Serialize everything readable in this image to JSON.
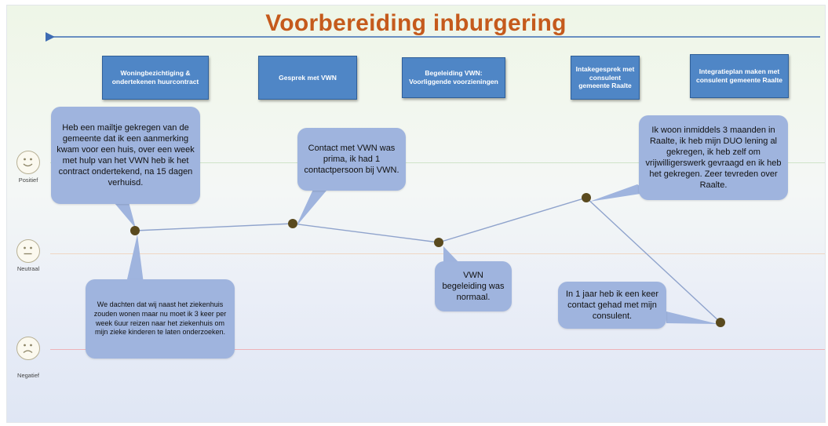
{
  "title": "Voorbereiding inburgering",
  "phases": [
    "Woningbezichtiging & ondertekenen huurcontract",
    "Gesprek met VWN",
    "Begeleiding VWN: Voorliggende voorzieningen",
    "Intakegesprek met consulent gemeente Raalte",
    "Integratieplan maken met consulent gemeente Raalte"
  ],
  "scale": {
    "positive": "Positief",
    "neutral": "Neutraal",
    "negative": "Negatief"
  },
  "bubbles": [
    "Heb een mailtje gekregen van de gemeente dat ik een aanmerking kwam voor een huis, over een week met hulp van het VWN heb ik het contract ondertekend, na 15 dagen verhuisd.",
    "We dachten dat wij naast het ziekenhuis zouden wonen maar nu moet ik 3 keer per week 6uur reizen naar het ziekenhuis om mijn zieke kinderen te laten onderzoeken.",
    "Contact met VWN was prima, ik had 1 contactpersoon bij VWN.",
    "VWN begeleiding was normaal.",
    "Ik woon inmiddels 3 maanden in Raalte, ik heb mijn DUO lening al gekregen, ik heb zelf om vrijwilligerswerk gevraagd en ik heb het gekregen. Zeer tevreden over Raalte.",
    "In 1 jaar heb ik een keer contact gehad met mijn consulent."
  ],
  "colors": {
    "title": "#c55a1c",
    "phase_box": "#4f86c6",
    "bubble": "#9fb4de",
    "journey_line": "#8fa3cc",
    "point": "#5a4a1e",
    "arrow": "#3d6bb3",
    "positive_line": "#9ac98c",
    "neutral_line": "#f2cdb4",
    "negative_line": "#f0a0a8"
  }
}
